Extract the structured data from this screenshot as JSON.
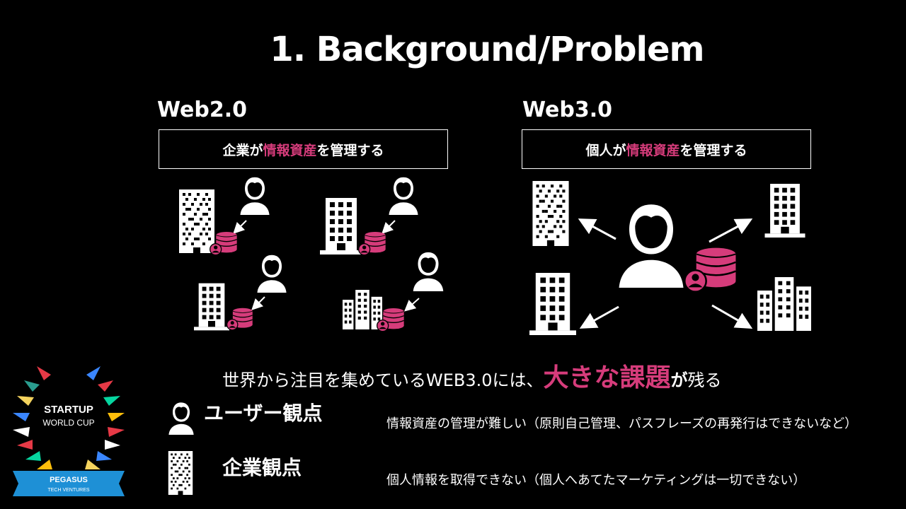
{
  "slide": {
    "title": "1. Background/Problem",
    "colors": {
      "background": "#000000",
      "text": "#ffffff",
      "accent": "#d63c7b"
    }
  },
  "web2": {
    "heading": "Web2.0",
    "box_pre": "企業が",
    "box_highlight": "情報資産",
    "box_post": "を管理する",
    "icons": [
      "office-tower-icon",
      "person-icon",
      "database-icon"
    ]
  },
  "web3": {
    "heading": "Web3.0",
    "box_pre": "個人が",
    "box_highlight": "情報資産",
    "box_post": "を管理する",
    "icons": [
      "person-icon",
      "database-icon",
      "office-building-icon",
      "arrow-icon"
    ]
  },
  "summary": {
    "pre": "世界から注目を集めているWEB3.0には、",
    "highlight": "大きな課題",
    "post_bold": "が",
    "post": "残る"
  },
  "viewpoints": [
    {
      "label": "ユーザー観点",
      "desc": "情報資産の管理が難しい（原則自己管理、パスフレーズの再発行はできないなど）",
      "icon": "person-icon"
    },
    {
      "label": "企業観点",
      "desc": "個人情報を取得できない（個人へあてたマーケティングは一切できない）",
      "icon": "office-tower-icon"
    }
  ],
  "logo": {
    "line1": "STARTUP",
    "line2": "WORLD CUP",
    "ribbon1": "PEGASUS",
    "ribbon2": "TECH VENTURES"
  }
}
